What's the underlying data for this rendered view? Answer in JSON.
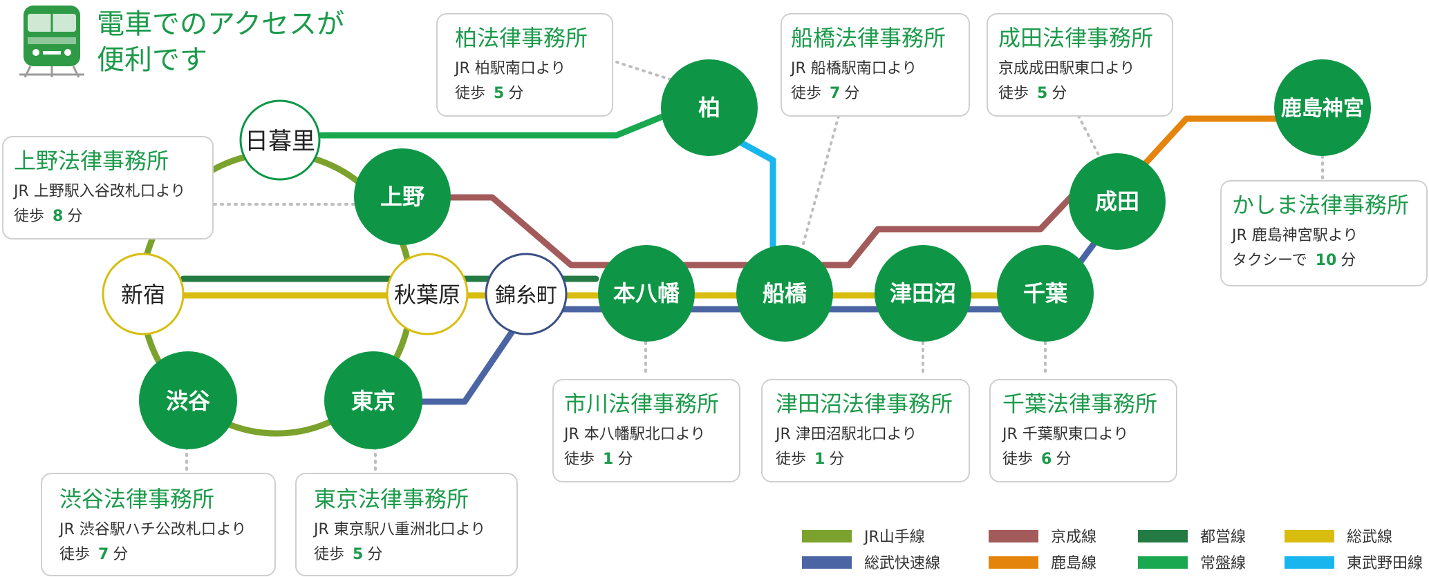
{
  "header": {
    "title_line1": "電車でのアクセスが",
    "title_line2": "便利です",
    "train_icon": "train-icon"
  },
  "colors": {
    "station_fill": "#0e9646",
    "card_title": "#1b9a4a",
    "walk_number": "#1b9a4a",
    "card_border": "#cfcfcf",
    "dotted": "#bdbdbd"
  },
  "lines": {
    "yamanote": {
      "label": "JR山手線",
      "color": "#7aa22d"
    },
    "keisei": {
      "label": "京成線",
      "color": "#a35a5a"
    },
    "toei": {
      "label": "都営線",
      "color": "#247a43"
    },
    "sobu": {
      "label": "総武線",
      "color": "#d8bd0f"
    },
    "sobu_rapid": {
      "label": "総武快速線",
      "color": "#4b65a4"
    },
    "kashima": {
      "label": "鹿島線",
      "color": "#e4840c"
    },
    "joban": {
      "label": "常盤線",
      "color": "#19a84f"
    },
    "tobu_noda": {
      "label": "東武野田線",
      "color": "#19b5ee"
    }
  },
  "legend_order": [
    "yamanote",
    "keisei",
    "toei",
    "sobu",
    "sobu_rapid",
    "kashima",
    "joban",
    "tobu_noda"
  ],
  "stations": {
    "nippori": "日暮里",
    "ueno": "上野",
    "shinjuku": "新宿",
    "akihabara": "秋葉原",
    "kinshicho": "錦糸町",
    "shibuya": "渋谷",
    "tokyo": "東京",
    "kashiwa": "柏",
    "motoyawata": "本八幡",
    "funabashi": "船橋",
    "tsudanuma": "津田沼",
    "chiba": "千葉",
    "narita": "成田",
    "kashima_jingu": "鹿島神宮"
  },
  "offices": {
    "kashiwa": {
      "name": "柏法律事務所",
      "route": "JR 柏駅南口より",
      "walk_prefix": "徒歩",
      "minutes": "5",
      "unit": "分"
    },
    "funabashi": {
      "name": "船橋法律事務所",
      "route": "JR 船橋駅南口より",
      "walk_prefix": "徒歩",
      "minutes": "7",
      "unit": "分"
    },
    "narita": {
      "name": "成田法律事務所",
      "route": "京成成田駅東口より",
      "walk_prefix": "徒歩",
      "minutes": "5",
      "unit": "分"
    },
    "ueno": {
      "name": "上野法律事務所",
      "route": "JR 上野駅入谷改札口より",
      "walk_prefix": "徒歩",
      "minutes": "8",
      "unit": "分"
    },
    "kashima": {
      "name": "かしま法律事務所",
      "route": "JR 鹿島神宮駅より",
      "walk_prefix": "タクシーで",
      "minutes": "10",
      "unit": "分"
    },
    "ichikawa": {
      "name": "市川法律事務所",
      "route": "JR 本八幡駅北口より",
      "walk_prefix": "徒歩",
      "minutes": "1",
      "unit": "分"
    },
    "tsudanuma": {
      "name": "津田沼法律事務所",
      "route": "JR 津田沼駅北口より",
      "walk_prefix": "徒歩",
      "minutes": "1",
      "unit": "分"
    },
    "chiba": {
      "name": "千葉法律事務所",
      "route": "JR 千葉駅東口より",
      "walk_prefix": "徒歩",
      "minutes": "6",
      "unit": "分"
    },
    "shibuya": {
      "name": "渋谷法律事務所",
      "route": "JR 渋谷駅ハチ公改札口より",
      "walk_prefix": "徒歩",
      "minutes": "7",
      "unit": "分"
    },
    "tokyo": {
      "name": "東京法律事務所",
      "route": "JR 東京駅八重洲北口より",
      "walk_prefix": "徒歩",
      "minutes": "5",
      "unit": "分"
    }
  }
}
